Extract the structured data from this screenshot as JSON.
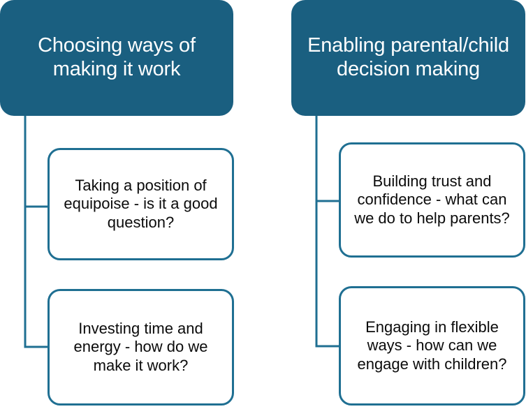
{
  "diagram": {
    "type": "tree",
    "title": "",
    "colors": {
      "header_fill": "#1a5f80",
      "header_text": "#ffffff",
      "child_fill": "#ffffff",
      "child_border": "#1f6f92",
      "child_text": "#0b0b0b",
      "connector": "#1f6f92",
      "background": "#ffffff"
    },
    "branches": [
      {
        "id": "left",
        "header": {
          "label": "Choosing ways of making it work"
        },
        "children": [
          {
            "id": "left-1",
            "label": "Taking a position of equipoise - is it a good question?"
          },
          {
            "id": "left-2",
            "label": "Investing time and energy - how do we make it work?"
          }
        ]
      },
      {
        "id": "right",
        "header": {
          "label": "Enabling parental/child decision making"
        },
        "children": [
          {
            "id": "right-1",
            "label": "Building trust and confidence - what can we do to help parents?"
          },
          {
            "id": "right-2",
            "label": "Engaging in flexible ways - how can we engage with children?"
          }
        ]
      }
    ]
  }
}
